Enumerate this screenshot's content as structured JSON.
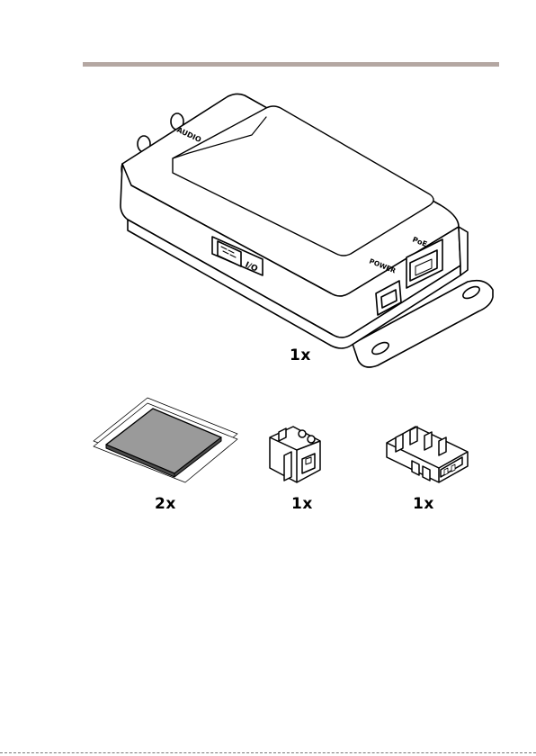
{
  "header": {
    "rule_color": "#b4a7a2"
  },
  "main_unit": {
    "quantity": "1x",
    "labels": {
      "audio": "AUDIO",
      "io": "I/O",
      "power": "POWER",
      "poe": "PoE"
    }
  },
  "accessories": [
    {
      "name": "adhesive-pad",
      "quantity": "2x"
    },
    {
      "name": "terminal-block-2pin",
      "quantity": "1x"
    },
    {
      "name": "terminal-block-4pin",
      "quantity": "1x"
    }
  ]
}
